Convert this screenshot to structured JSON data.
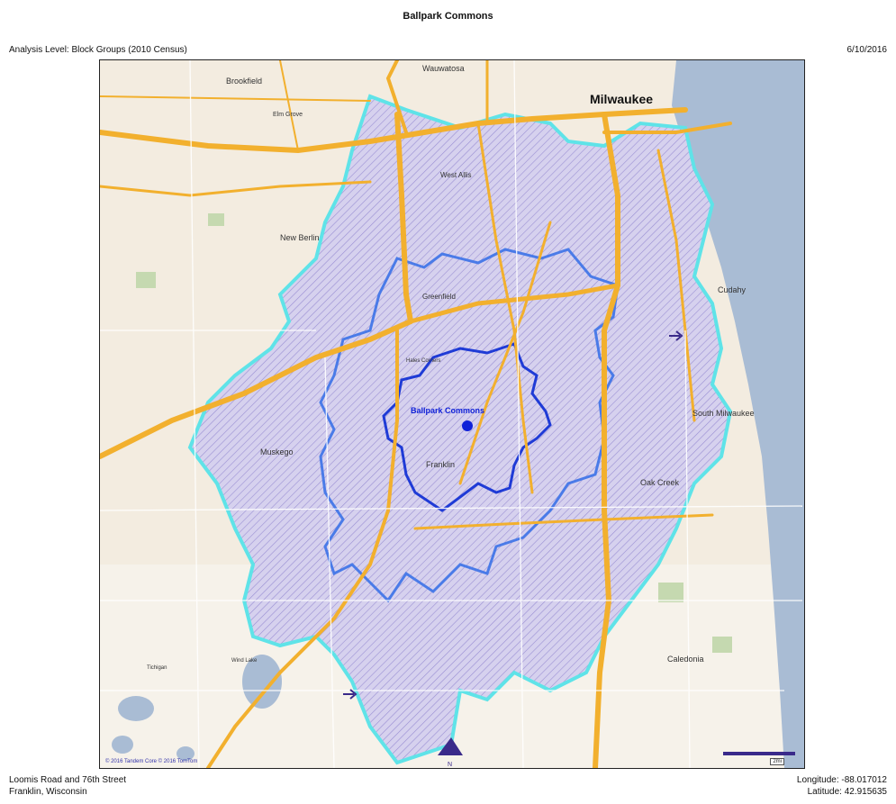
{
  "header": {
    "title": "Ballpark Commons",
    "analysis_level": "Analysis Level: Block Groups (2010 Census)",
    "date": "6/10/2016"
  },
  "map": {
    "site_label": "Ballpark Commons",
    "copyright": "© 2016 Tandem Core © 2016 TomTom",
    "scale_label": "2mi",
    "north_label": "N",
    "place_labels": {
      "wauwatosa": "Wauwatosa",
      "brookfield": "Brookfield",
      "elm_grove": "Elm Grove",
      "milwaukee": "Milwaukee",
      "west_allis": "West Allis",
      "new_berlin": "New Berlin",
      "greenfield": "Greenfield",
      "hales_corners": "Hales Corners",
      "cudahy": "Cudahy",
      "south_milwaukee": "South Milwaukee",
      "muskego": "Muskego",
      "franklin": "Franklin",
      "oak_creek": "Oak Creek",
      "caledonia": "Caledonia",
      "tichigan": "Tichigan",
      "wind_lake": "Wind Lake"
    },
    "colors": {
      "water": "#a9bcd4",
      "land": "#f3ece0",
      "highway": "#f2b02e",
      "trade_area_fill": "#c9c3e8",
      "inner_ring": "#1f3bd6",
      "middle_ring": "#4a7be8",
      "outer_ring": "#5fe3e8",
      "site_marker": "#1022d8"
    }
  },
  "footer": {
    "address_line1": "Loomis Road and 76th Street",
    "address_line2": "Franklin, Wisconsin",
    "longitude": "Longitude: -88.017012",
    "latitude": "Latitude: 42.915635"
  }
}
